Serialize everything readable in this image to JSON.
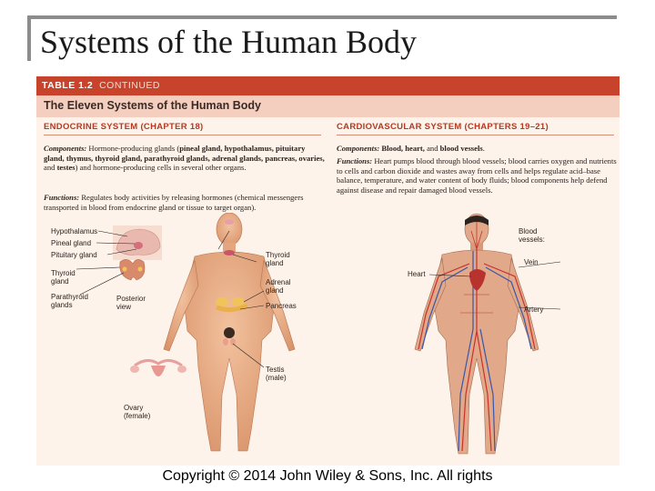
{
  "slide": {
    "title": "Systems of the Human Body",
    "copyright": "Copyright © 2014 John Wiley & Sons, Inc. All rights"
  },
  "table": {
    "number_label": "TABLE 1.2",
    "continued_label": "CONTINUED",
    "caption": "The Eleven Systems of the Human Body",
    "colors": {
      "header": "#c8432b",
      "subheader": "#f4cfc0",
      "panel": "#fdf3ea",
      "heading_text": "#b23a23"
    }
  },
  "endocrine": {
    "heading": "ENDOCRINE SYSTEM (CHAPTER 18)",
    "components_label": "Components:",
    "components_text_1": " Hormone-producing glands (",
    "components_bold": "pineal gland, hypothalamus, pituitary gland, thymus, thyroid gland, parathyroid glands, adrenal glands, pancreas, ovaries,",
    "components_and": " and ",
    "components_bold_2": "testes",
    "components_text_2": ") and hormone-producing cells in several other organs.",
    "functions_label": "Functions:",
    "functions_text": " Regulates body activities by releasing hormones (chemical messengers transported in blood from endocrine gland or tissue to target organ).",
    "labels": {
      "hypothalamus": "Hypothalamus",
      "pineal": "Pineal gland",
      "pituitary": "Pituitary gland",
      "thyroid_left": "Thyroid gland",
      "parathyroid": "Parathyroid glands",
      "posterior": "Posterior view",
      "thyroid_right": "Thyroid gland",
      "adrenal": "Adrenal gland",
      "pancreas": "Pancreas",
      "testis": "Testis (male)",
      "ovary": "Ovary (female)"
    }
  },
  "cardio": {
    "heading": "CARDIOVASCULAR SYSTEM (CHAPTERS 19–21)",
    "components_label": "Components:",
    "components_bold": " Blood, heart,",
    "components_and": " and ",
    "components_bold_2": "blood vessels",
    "components_end": ".",
    "functions_label": "Functions:",
    "functions_text": " Heart pumps blood through blood vessels; blood carries oxygen and nutrients to cells and carbon dioxide and wastes away from cells and helps regulate acid–base balance, temperature, and water content of body fluids; blood components help defend against disease and repair damaged blood vessels.",
    "labels": {
      "heart": "Heart",
      "blood_vessels": "Blood vessels:",
      "vein": "Vein",
      "artery": "Artery"
    }
  }
}
